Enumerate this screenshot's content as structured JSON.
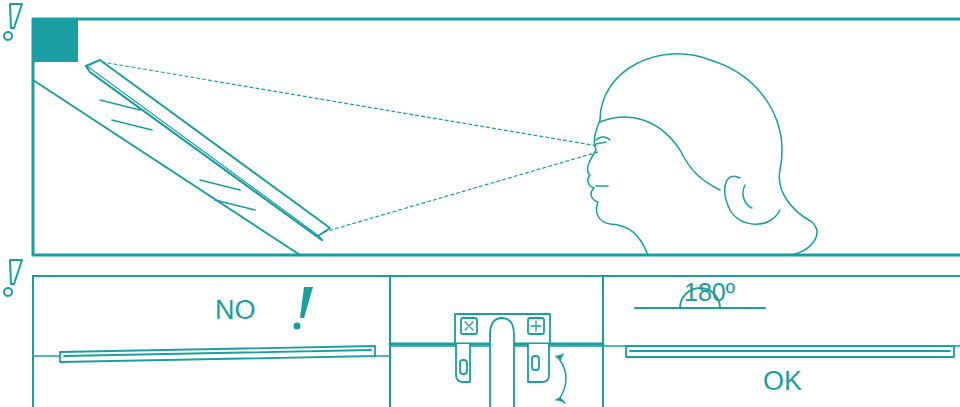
{
  "diagram": {
    "labels": [
      "NO",
      "180º",
      "OK"
    ]
  }
}
